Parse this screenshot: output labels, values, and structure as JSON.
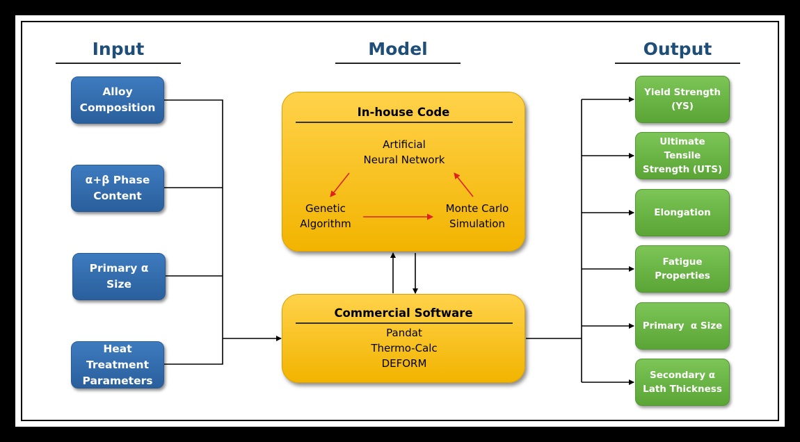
{
  "headings": {
    "input": "Input",
    "model": "Model",
    "output": "Output"
  },
  "inputs": [
    {
      "line1": "Alloy",
      "line2": "Composition"
    },
    {
      "line1": "α+β Phase",
      "line2": "Content"
    },
    {
      "line1": "Primary α",
      "line2": "Size"
    },
    {
      "line1": "Heat",
      "line2": "Treatment",
      "line3": "Parameters"
    }
  ],
  "in_house": {
    "title": "In-house Code",
    "ann": {
      "line1": "Artificial",
      "line2": "Neural Network"
    },
    "ga": {
      "line1": "Genetic",
      "line2": "Algorithm"
    },
    "mc": {
      "line1": "Monte Carlo",
      "line2": "Simulation"
    }
  },
  "commercial": {
    "title": "Commercial Software",
    "items": [
      "Pandat",
      "Thermo-Calc",
      "DEFORM"
    ]
  },
  "outputs": [
    {
      "line1": "Yield Strength",
      "line2": "(YS)"
    },
    {
      "line1": "Ultimate",
      "line2": "Tensile",
      "line3": "Strength (UTS)"
    },
    {
      "line1": "Elongation"
    },
    {
      "line1": "Fatigue",
      "line2": "Properties"
    },
    {
      "line1": "Primary  α Size"
    },
    {
      "line1": "Secondary α",
      "line2": "Lath Thickness"
    }
  ],
  "colors": {
    "input": "#2f6aad",
    "model": "#f5b800",
    "output": "#6ab845",
    "cycle_arrow": "#e02020",
    "heading": "#1f4e79"
  }
}
